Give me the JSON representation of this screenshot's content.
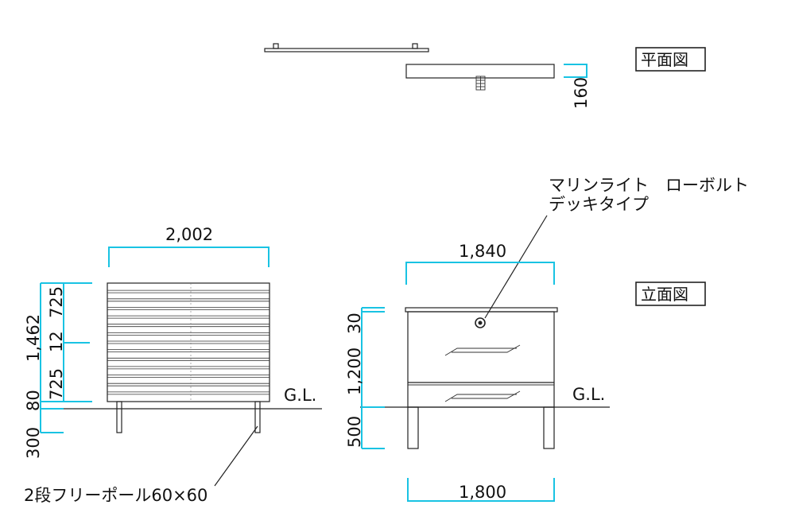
{
  "views": {
    "plan_label": "平面図",
    "elevation_label": "立面図"
  },
  "dims": {
    "plan_depth": "160",
    "side_width": "2,002",
    "side_total_height": "1,462",
    "side_upper": "725",
    "side_gap": "12",
    "side_lower": "725",
    "side_base": "80",
    "side_post_below": "300",
    "front_top_width": "1,840",
    "front_bottom_width": "1,800",
    "front_top": "30",
    "front_height": "1,200",
    "front_post_below": "500"
  },
  "labels": {
    "ground_left": "G.L.",
    "ground_right": "G.L.",
    "light_line1": "マリンライト　ローボルト",
    "light_line2": "デッキタイプ",
    "pole": "2段フリーポール60×60"
  },
  "colors": {
    "dimension": "#19c3e3",
    "line": "#222222"
  }
}
